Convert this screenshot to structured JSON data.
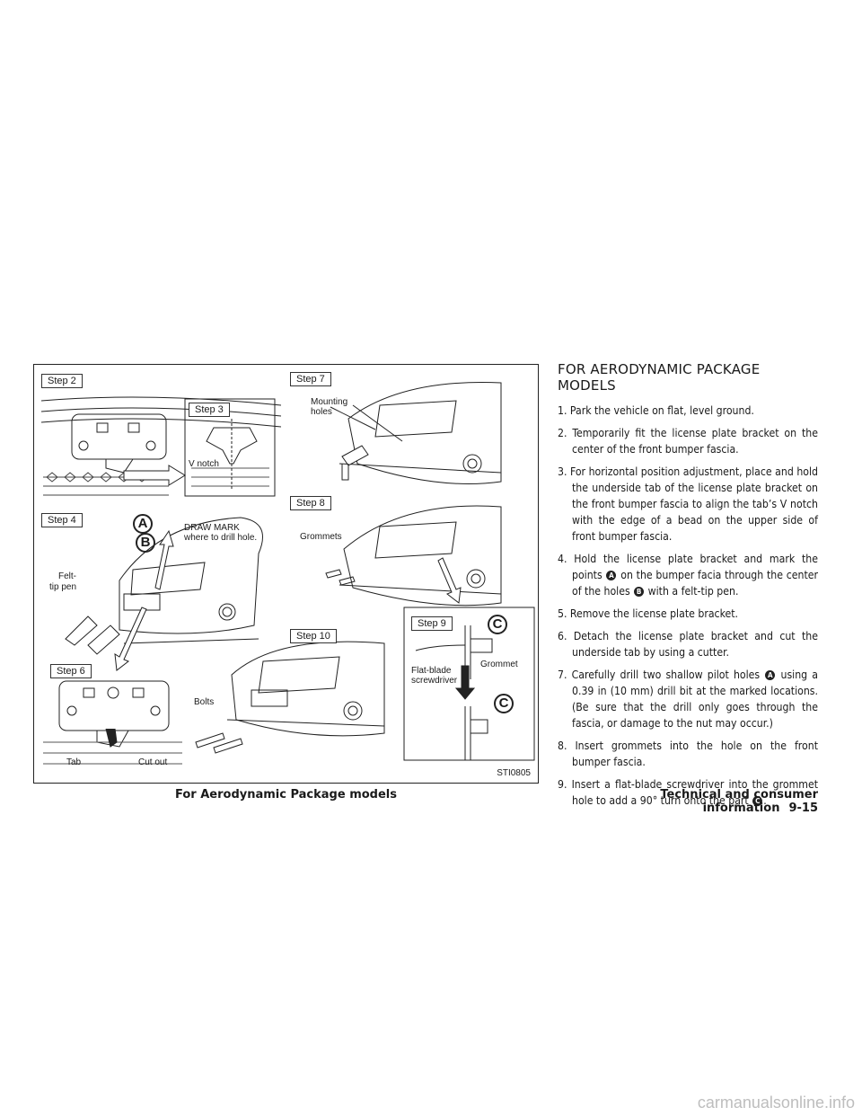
{
  "figure": {
    "steps": {
      "s2": "Step 2",
      "s3": "Step 3",
      "s4": "Step 4",
      "s6": "Step 6",
      "s7": "Step 7",
      "s8": "Step 8",
      "s9": "Step 9",
      "s10": "Step 10"
    },
    "annotations": {
      "v_notch": "V notch",
      "draw_mark": "DRAW MARK",
      "draw_mark_sub": "where to drill hole.",
      "felt_tip_1": "Felt-",
      "felt_tip_2": "tip pen",
      "tab": "Tab",
      "cut_out": "Cut out",
      "mounting_1": "Mounting",
      "mounting_2": "holes",
      "grommets": "Grommets",
      "bolts": "Bolts",
      "flat_blade_1": "Flat-blade",
      "flat_blade_2": "screwdriver",
      "grommet": "Grommet",
      "marker_a": "A",
      "marker_b": "B",
      "marker_c": "C"
    },
    "code": "STI0805",
    "caption": "For Aerodynamic Package models"
  },
  "section": {
    "title": "FOR AERODYNAMIC PACKAGE MODELS",
    "steps": [
      "1. Park the vehicle on flat, level ground.",
      "2. Temporarily fit the license plate bracket on the center of the front bumper fascia.",
      "3. For horizontal position adjustment, place and hold the underside tab of the license plate bracket on the front bumper fascia to align the tab’s V notch with the edge of a bead on the upper side of front bumper fascia.",
      "4. Hold the license plate bracket and mark the points",
      "on the bumper facia through the center of the holes",
      "with a felt-tip pen.",
      "5. Remove the license plate bracket.",
      "6. Detach the license plate bracket and cut the underside tab by using a cutter.",
      "7. Carefully drill two shallow pilot holes",
      "using a 0.39 in (10 mm) drill bit at the marked locations. (Be sure that the drill only goes through the fascia, or damage to the nut may occur.)",
      "8. Insert grommets into the hole on the front bumper fascia.",
      "9. Insert a flat-blade screwdriver into the grommet hole to add a 90° turn onto the part",
      "."
    ],
    "markers": {
      "a": "A",
      "b": "B",
      "c": "C"
    }
  },
  "footer": {
    "title": "Technical and consumer information",
    "page": "9-15"
  },
  "watermark": "carmanualsonline.info"
}
